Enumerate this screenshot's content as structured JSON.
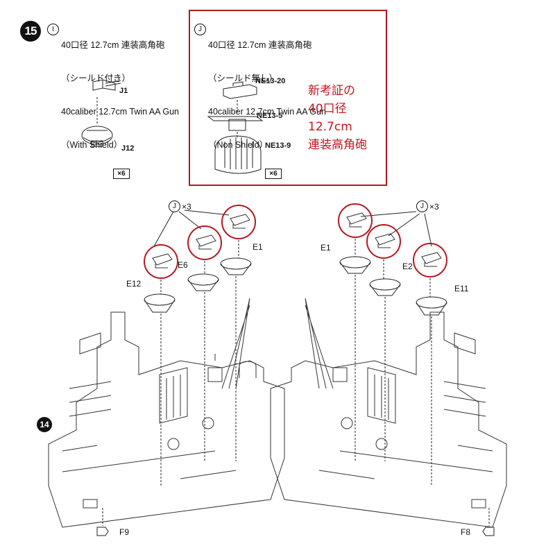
{
  "step": {
    "number": "15",
    "ref_step": "14"
  },
  "option_i": {
    "marker": "I",
    "line1": "40口径 12.7cm 連装高角砲",
    "line2": "（シールド付き）",
    "line3": "40caliber 12.7cm Twin AA Gun",
    "line4": "（With Shield）",
    "parts": [
      "J1",
      "J12"
    ],
    "qty": "×6"
  },
  "option_j": {
    "marker": "J",
    "line1": "40口径 12.7cm 連装高角砲",
    "line2": "（シールド無し）",
    "line3": "40caliber 12.7cm Twin AA Gun",
    "line4": "（Non Shield）",
    "parts": [
      "NE13-20",
      "NE13-5",
      "NE13-9"
    ],
    "qty": "×6"
  },
  "note": {
    "lines": [
      "新考証の",
      "40口径",
      "12.7cm",
      "連装高角砲"
    ],
    "color": "#c4141c"
  },
  "box_color": "#b3171f",
  "left_assembly": {
    "callout_marker": "J",
    "callout_qty": "×3",
    "parts": [
      "E1",
      "E6",
      "E12",
      "F9"
    ]
  },
  "right_assembly": {
    "callout_marker": "J",
    "callout_qty": "×3",
    "parts": [
      "E1",
      "E2",
      "E11",
      "F8"
    ]
  }
}
